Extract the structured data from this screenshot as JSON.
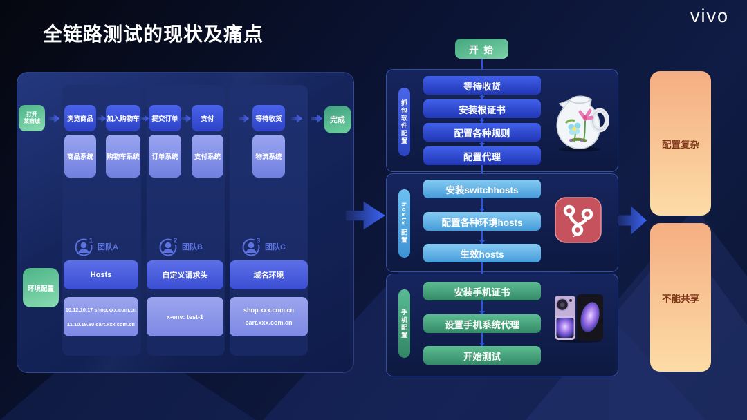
{
  "title": "全链路测试的现状及痛点",
  "brand": "vivo",
  "left": {
    "entry": [
      "打开",
      "某商城"
    ],
    "env_label": "环境配置",
    "done": "完成",
    "flow": [
      {
        "step": "浏览商品",
        "system": "商品系统"
      },
      {
        "step": "加入购物车",
        "system": "购物车系统"
      },
      {
        "step": "提交订单",
        "system": "订单系统"
      },
      {
        "step": "支付",
        "system": "支付系统"
      },
      {
        "step": "等待收货",
        "system": "物流系统"
      }
    ],
    "teams": [
      {
        "num": "1",
        "name": "团队A",
        "config": "Hosts",
        "details": [
          "10.12.10.17  shop.xxx.com.cn",
          "11.10.19.80  cart.xxx.com.cn"
        ]
      },
      {
        "num": "2",
        "name": "团队B",
        "config": "自定义请求头",
        "details": [
          "x-env: test-1"
        ]
      },
      {
        "num": "3",
        "name": "团队C",
        "config": "域名环境",
        "details": [
          "shop.xxx.com.cn",
          "cart.xxx.com.cn"
        ]
      }
    ]
  },
  "right": {
    "start": "开 始",
    "sections": [
      {
        "label": "抓包软件配置",
        "steps": [
          "等待收货",
          "安装根证书",
          "配置各种规则",
          "配置代理"
        ],
        "icon": "whistle-jug"
      },
      {
        "label": "hosts 配置",
        "steps": [
          "安装switchhosts",
          "配置各种环境hosts",
          "生效hosts"
        ],
        "icon": "switchhosts-git-branch"
      },
      {
        "label": "手机配置",
        "steps": [
          "安装手机证书",
          "设置手机系统代理",
          "开始测试"
        ],
        "icon": "flip-phone"
      }
    ]
  },
  "pain_points": [
    "配置复杂",
    "不能共享"
  ],
  "colors": {
    "background": "#0a1230",
    "panel_blue": "#15255c",
    "accent_blue": "#2f55e0",
    "step_blue": "#2d49cf",
    "light_blue": "#6cc0f0",
    "accent_green": "#52bd8f",
    "box_purple": "#8892e8",
    "pain_orange": "#f8c492",
    "pain_text": "#7d3619",
    "switchhosts_red": "#c5525c"
  }
}
